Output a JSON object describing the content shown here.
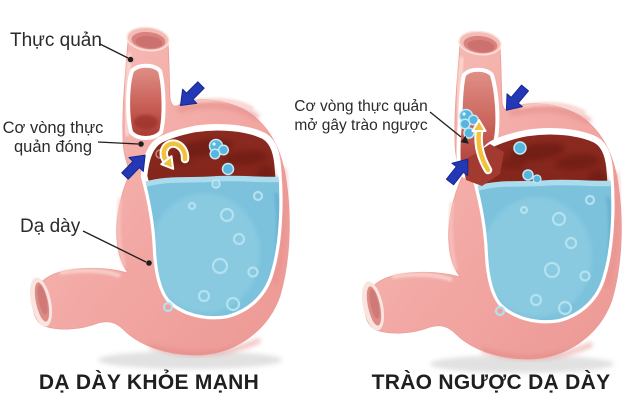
{
  "figure": {
    "panels": [
      {
        "id": "healthy-stomach",
        "caption": "DẠ DÀY KHỎE MẠNH",
        "labels": {
          "esophagus": "Thực quản",
          "sphincter": [
            "Cơ vòng thực",
            "quản đóng"
          ],
          "stomach": "Dạ dày"
        }
      },
      {
        "id": "reflux-stomach",
        "caption": "TRÀO NGƯỢC DẠ DÀY",
        "labels": {
          "sphincter": [
            "Cơ vòng thực quản",
            "mở gây trào ngược"
          ]
        }
      }
    ],
    "colors": {
      "background": "#ffffff",
      "body_pink": "#f2a7a3",
      "interior_red": "#7c2118",
      "acid_blue": "#7cc2dc",
      "arrow_blue": "#2438b6",
      "arrow_yellow": "#f2c23c",
      "label_text": "#2b2b2b",
      "caption_text": "#1f1f1f"
    }
  }
}
